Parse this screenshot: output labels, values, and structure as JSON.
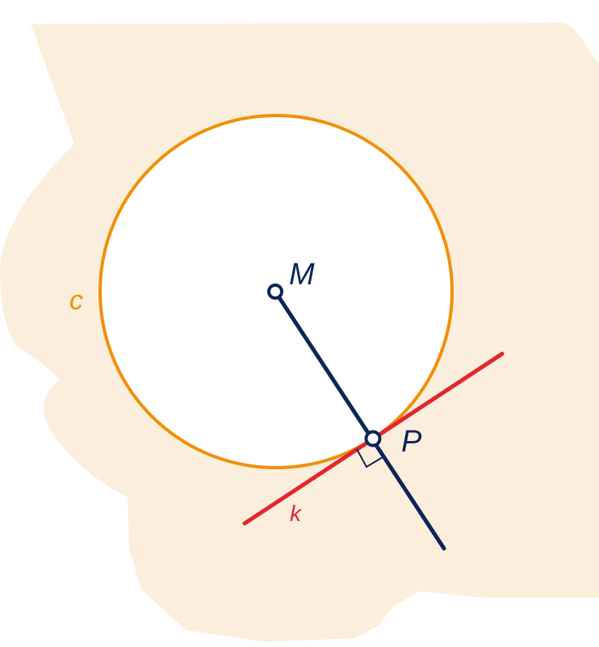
{
  "labels": {
    "center": "M",
    "circle": "c",
    "tangent_point": "P",
    "tangent_line": "k"
  },
  "colors": {
    "paper": "#FCEEDC",
    "circle": "#F0900A",
    "tangent_line": "#E32530",
    "radius_line": "#0D2558",
    "point_fill": "#ffffff",
    "background": "#ffffff"
  },
  "shapes": {
    "paper": "torn-paper-head-silhouette",
    "right_angle_marker": "right-angle-square"
  }
}
